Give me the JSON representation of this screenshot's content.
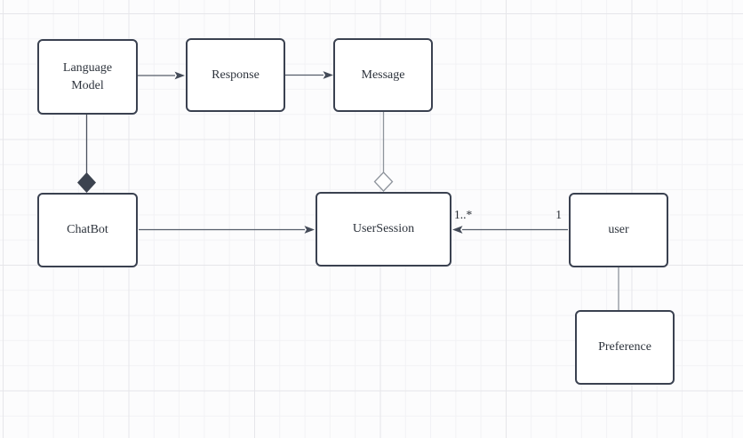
{
  "diagram": {
    "kind": "uml-class-diagram",
    "nodes": [
      {
        "id": "language-model",
        "label": "Language Model"
      },
      {
        "id": "response",
        "label": "Response"
      },
      {
        "id": "message",
        "label": "Message"
      },
      {
        "id": "chatbot",
        "label": "ChatBot"
      },
      {
        "id": "user-session",
        "label": "UserSession"
      },
      {
        "id": "user",
        "label": "user"
      },
      {
        "id": "preference",
        "label": "Preference"
      }
    ],
    "edges": [
      {
        "id": "languagemodel-to-response",
        "from": "Language Model",
        "to": "Response",
        "type": "directed-arrow"
      },
      {
        "id": "response-to-message",
        "from": "Response",
        "to": "Message",
        "type": "directed-arrow"
      },
      {
        "id": "languagemodel-to-chatbot",
        "from": "Language Model",
        "to": "ChatBot",
        "type": "composition-filled-diamond"
      },
      {
        "id": "message-to-usersession",
        "from": "Message",
        "to": "UserSession",
        "type": "aggregation-hollow-diamond"
      },
      {
        "id": "chatbot-to-usersession",
        "from": "ChatBot",
        "to": "UserSession",
        "type": "directed-arrow"
      },
      {
        "id": "user-to-usersession",
        "from": "user",
        "to": "UserSession",
        "type": "directed-arrow",
        "target_multiplicity": "1..*",
        "source_multiplicity": "1"
      },
      {
        "id": "user-to-preference",
        "from": "user",
        "to": "Preference",
        "type": "plain-line"
      }
    ],
    "colors": {
      "node_border": "#3a4150",
      "node_fill": "#ffffff",
      "text": "#2d333c",
      "connector": "#555d6a",
      "arrowhead": "#444b58",
      "composition_diamond": "#3c434f",
      "aggregation_diamond_stroke": "#8e949c",
      "grid_minor": "#f2f2f5",
      "grid_major": "#e6e6ea",
      "background": "#fcfcfd"
    }
  }
}
